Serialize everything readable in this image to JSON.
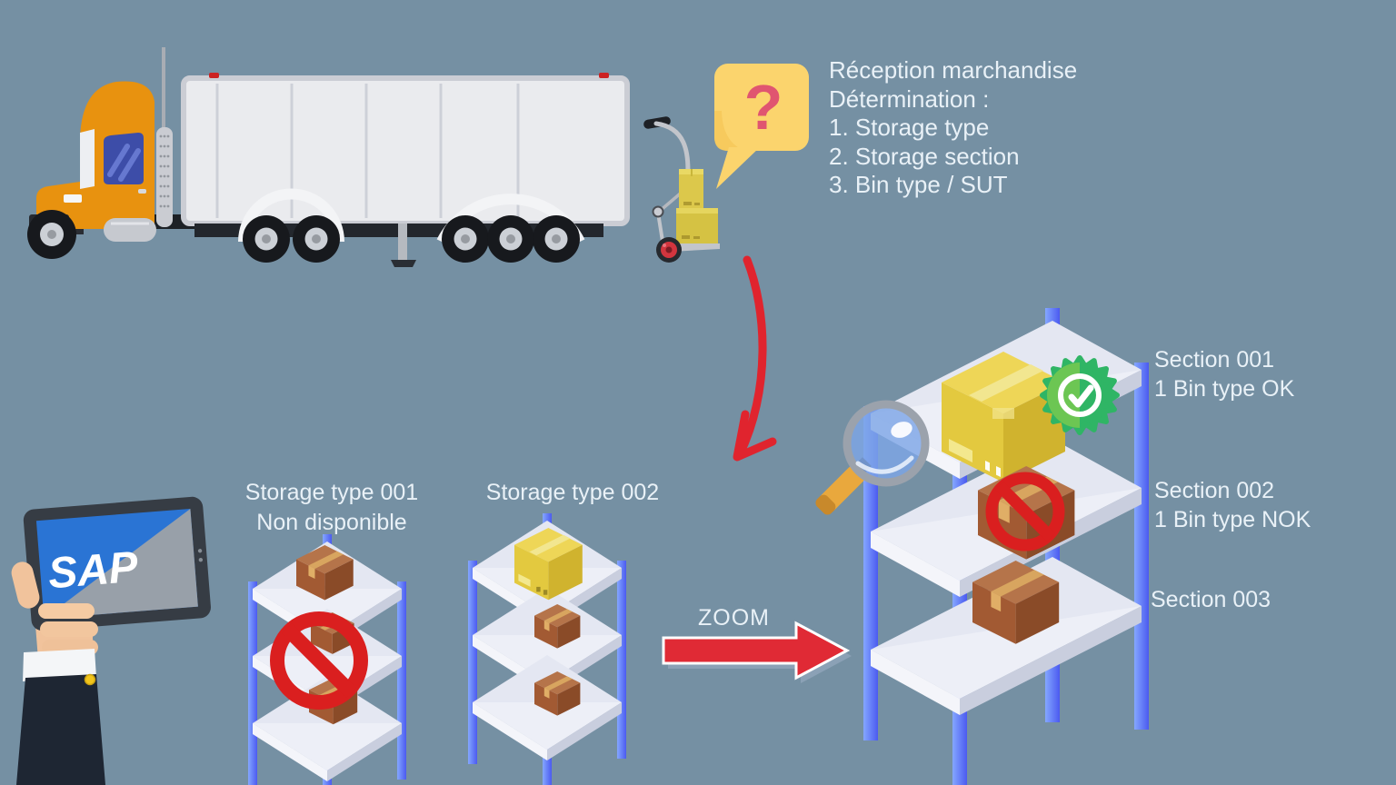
{
  "title_context": "SAP EWM goods reception storage determination infographic",
  "colors": {
    "background": "#7590a3",
    "text": "#e9f1f7",
    "accent_red": "#dd1f1f",
    "arrow_red": "#e02a35",
    "bubble_yellow": "#fbd46d",
    "question_pink": "#e05570",
    "truck_orange": "#e8920f",
    "shelf_post_blue": "#5b74f5",
    "shelf_slab": "#e4e7f2",
    "box_brown": "#a25a33",
    "box_yellow": "#e3c93f",
    "ok_green": "#2fb565",
    "sap_screen_blue": "#2a74d4"
  },
  "bubble": {
    "question_mark": "?"
  },
  "reception_note": {
    "line1": "Réception marchandise",
    "line2": "Détermination :",
    "line3": "1. Storage type",
    "line4": "2. Storage section",
    "line5": "3. Bin type / SUT"
  },
  "tablet": {
    "logo": "SAP"
  },
  "storage_types": [
    {
      "title": "Storage type 001",
      "subtitle": "Non disponible"
    },
    {
      "title": "Storage type 002",
      "subtitle": ""
    }
  ],
  "zoom_arrow": {
    "label": "ZOOM"
  },
  "sections": [
    {
      "name": "Section 001",
      "status": "1 Bin type OK"
    },
    {
      "name": "Section 002",
      "status": "1 Bin type NOK"
    },
    {
      "name": "Section 003",
      "status": ""
    }
  ]
}
